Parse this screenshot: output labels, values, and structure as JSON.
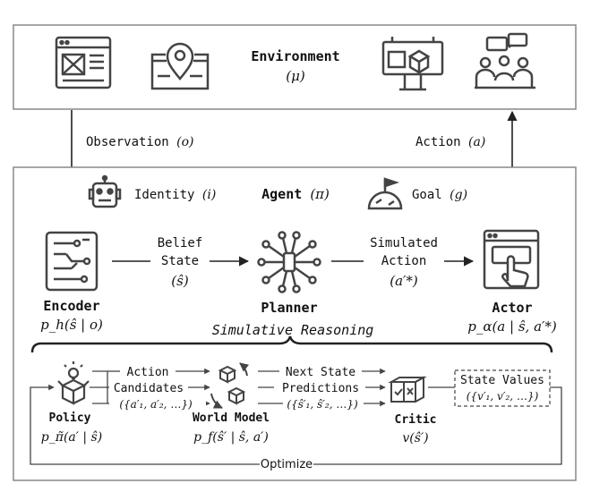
{
  "environment": {
    "label": "Environment",
    "symbol": "(μ)"
  },
  "observation": {
    "label": "Observation",
    "symbol": "(o)"
  },
  "action": {
    "label": "Action",
    "symbol": "(a)"
  },
  "agent": {
    "label": "Agent",
    "symbol": "(π)",
    "identity_label": "Identity",
    "identity_symbol": "(i)",
    "goal_label": "Goal",
    "goal_symbol": "(g)"
  },
  "encoder": {
    "label": "Encoder",
    "formula": "p_h(ŝ | o)"
  },
  "belief_state": {
    "line1": "Belief",
    "line2": "State",
    "symbol": "(ŝ)"
  },
  "planner": {
    "label": "Planner"
  },
  "simulated_action": {
    "line1": "Simulated",
    "line2": "Action",
    "symbol": "(a′*)"
  },
  "actor": {
    "label": "Actor",
    "formula": "p_α(a | ŝ, a′*)"
  },
  "simulative_reasoning": {
    "label": "Simulative Reasoning"
  },
  "policy": {
    "label": "Policy",
    "formula": "p_π̃(a′ | ŝ)"
  },
  "action_candidates": {
    "line1": "Action",
    "line2": "Candidates",
    "set": "({a′₁, a′₂, …})"
  },
  "world_model": {
    "label": "World Model",
    "formula": "p_f(ŝ′ | ŝ, a′)"
  },
  "next_state": {
    "line1": "Next State",
    "line2": "Predictions",
    "set": "({ŝ′₁, ŝ′₂, …})"
  },
  "critic": {
    "label": "Critic",
    "formula": "v(ŝ′)"
  },
  "state_values": {
    "line1": "State Values",
    "set": "({v′₁, v′₂, …})"
  },
  "optimize": {
    "label": "Optimize"
  },
  "colors": {
    "line": "#222222",
    "box_border": "#888888",
    "icon": "#444444"
  }
}
